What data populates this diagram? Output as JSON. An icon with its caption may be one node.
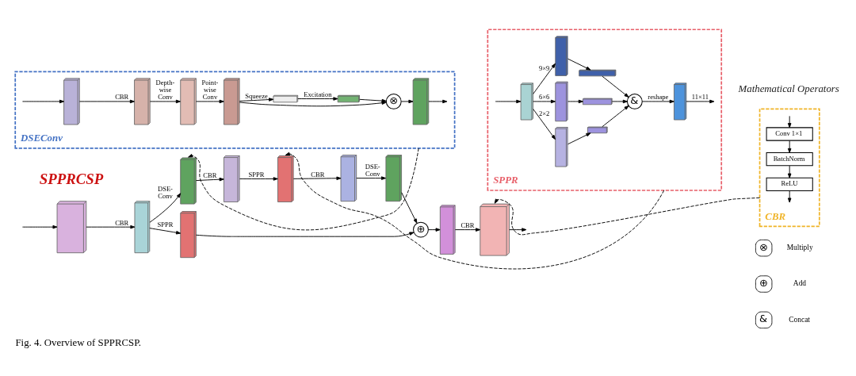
{
  "diagram": {
    "caption": "Fig. 4. Overview of SPPRCSP.",
    "nodes": [
      {
        "text": [
          "DSEConv"
        ]
      },
      {
        "text": [],
        "shape": "box",
        "in": 0
      },
      {
        "text": [],
        "shape": "box",
        "in": 0
      },
      {
        "text": [],
        "shape": "box",
        "in": 0
      },
      {
        "text": [],
        "shape": "box",
        "in": 0
      },
      {
        "text": [],
        "shape": "bar",
        "in": 0
      },
      {
        "text": [],
        "shape": "bar",
        "in": 0
      },
      {
        "text": [
          "⊗"
        ],
        "in": 0
      },
      {
        "text": [],
        "shape": "box",
        "in": 0
      },
      {
        "text": [
          "SPPR"
        ]
      },
      {
        "text": [],
        "shape": "box",
        "in": 9
      },
      {
        "text": [],
        "shape": "box",
        "in": 9
      },
      {
        "text": [],
        "shape": "box",
        "in": 9
      },
      {
        "text": [],
        "shape": "box",
        "in": 9
      },
      {
        "text": [],
        "shape": "bar",
        "in": 9
      },
      {
        "text": [],
        "shape": "bar",
        "in": 9
      },
      {
        "text": [],
        "shape": "bar",
        "in": 9
      },
      {
        "text": [
          "&"
        ],
        "in": 9
      },
      {
        "text": [],
        "shape": "box",
        "in": 9
      },
      {
        "text": [
          "CBR"
        ]
      },
      {
        "text": [
          "Conv 1×1"
        ],
        "in": 19
      },
      {
        "text": [
          "BatchNorm"
        ],
        "in": 19
      },
      {
        "text": [
          "ReLU"
        ],
        "in": 19
      },
      {
        "text": [],
        "shape": "box"
      },
      {
        "text": [],
        "shape": "box"
      },
      {
        "text": [],
        "shape": "box"
      },
      {
        "text": [],
        "shape": "box"
      },
      {
        "text": [],
        "shape": "box"
      },
      {
        "text": [],
        "shape": "box"
      },
      {
        "text": [],
        "shape": "box"
      },
      {
        "text": [
          "⊕"
        ]
      },
      {
        "text": [],
        "shape": "box"
      },
      {
        "text": [],
        "shape": "box"
      },
      {
        "text": [],
        "shape": "box"
      }
    ],
    "edges": [
      {
        "from": null,
        "to": 1,
        "arrow": "to"
      },
      {
        "from": 1,
        "to": 2,
        "arrow": "to",
        "label": "CBR"
      },
      {
        "from": 2,
        "to": 3,
        "arrow": "to",
        "label": "Depth- wise Conv"
      },
      {
        "from": 3,
        "to": 4,
        "arrow": "to",
        "label": "Point- wise Conv"
      },
      {
        "from": 4,
        "to": 5,
        "arrow": "to",
        "label": "Squeeze"
      },
      {
        "from": 5,
        "to": 6,
        "arrow": "to",
        "label": "Excitation"
      },
      {
        "from": 6,
        "to": 7,
        "arrow": "to"
      },
      {
        "from": 4,
        "to": 7,
        "arrow": "to"
      },
      {
        "from": 7,
        "to": 8,
        "arrow": "to"
      },
      {
        "from": 8,
        "to": null,
        "arrow": "to"
      },
      {
        "from": null,
        "to": 10,
        "arrow": "to"
      },
      {
        "from": 10,
        "to": 11,
        "arrow": "to",
        "label": "9×9"
      },
      {
        "from": 10,
        "to": 12,
        "arrow": "to",
        "label": "6×6"
      },
      {
        "from": 10,
        "to": 13,
        "arrow": "to",
        "label": "2×2"
      },
      {
        "from": 11,
        "to": 14,
        "arrow": "to"
      },
      {
        "from": 12,
        "to": 15,
        "arrow": "to"
      },
      {
        "from": 13,
        "to": 16,
        "arrow": "to"
      },
      {
        "from": 14,
        "to": 17,
        "arrow": "to"
      },
      {
        "from": 15,
        "to": 17,
        "arrow": "to"
      },
      {
        "from": 16,
        "to": 17,
        "arrow": "to"
      },
      {
        "from": 17,
        "to": 18,
        "arrow": "to",
        "label": "reshape"
      },
      {
        "from": 18,
        "to": null,
        "arrow": "to",
        "label": "11×11"
      },
      {
        "from": null,
        "to": 20,
        "arrow": "to"
      },
      {
        "from": 20,
        "to": 21,
        "arrow": "to"
      },
      {
        "from": 21,
        "to": 22,
        "arrow": "to"
      },
      {
        "from": 22,
        "to": null,
        "arrow": "to"
      },
      {
        "from": 0,
        "to": 25,
        "arrow": "to",
        "style": "dashed"
      },
      {
        "from": 9,
        "to": 27,
        "arrow": "to",
        "style": "dashed"
      },
      {
        "from": 19,
        "to": 32,
        "arrow": "to",
        "style": "dashed"
      },
      {
        "from": null,
        "to": 23,
        "arrow": "to"
      },
      {
        "from": 23,
        "to": 24,
        "arrow": "to",
        "label": "CBR"
      },
      {
        "from": 24,
        "to": 25,
        "arrow": "to",
        "label": "DSE- Conv"
      },
      {
        "from": 25,
        "to": 26,
        "arrow": "to",
        "label": "CBR"
      },
      {
        "from": 26,
        "to": 27,
        "arrow": "to",
        "label": "SPPR"
      },
      {
        "from": 27,
        "to": 28,
        "arrow": "to",
        "label": "CBR"
      },
      {
        "from": 28,
        "to": 29,
        "arrow": "to",
        "label": "DSE- Conv"
      },
      {
        "from": 29,
        "to": 30,
        "arrow": "to"
      },
      {
        "from": 30,
        "to": 31,
        "arrow": "to"
      },
      {
        "from": 31,
        "to": 32,
        "arrow": "to",
        "label": "CBR"
      },
      {
        "from": 32,
        "to": null,
        "arrow": "to"
      },
      {
        "from": 24,
        "to": 33,
        "arrow": "to",
        "label": "SPPR"
      },
      {
        "from": 33,
        "to": 30,
        "arrow": "to"
      }
    ],
    "labels": [
      "SPPRCSP",
      "Mathematical Operators",
      "⊗",
      "⊕",
      "&"
    ],
    "legend": [
      {
        "text": "Multiply"
      },
      {
        "text": "Add"
      },
      {
        "text": "Concat"
      }
    ]
  }
}
